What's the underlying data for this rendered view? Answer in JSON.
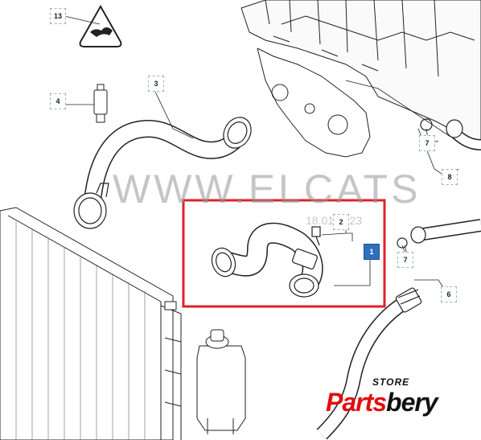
{
  "callouts": {
    "c1": "1",
    "c2": "2",
    "c3": "3",
    "c4": "4",
    "c6": "6",
    "c7a": "7",
    "c7b": "7",
    "c8": "8",
    "c13": "13"
  },
  "watermark": {
    "text": "WWW.ELCATS",
    "date": "18.01.2023"
  },
  "logo": {
    "store": "STORE",
    "brand_part1": "Parts",
    "brand_part2": "bery"
  },
  "colors": {
    "highlight_box": "#e0202a",
    "selected_callout": "#2f6fbf",
    "line": "#222222"
  }
}
